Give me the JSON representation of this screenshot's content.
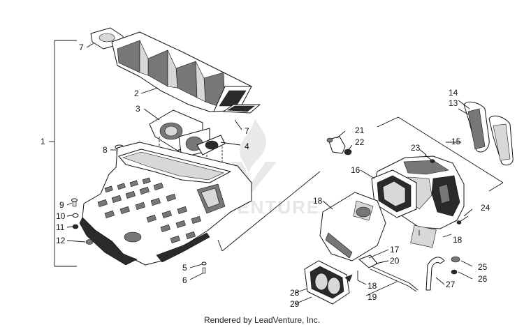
{
  "diagram": {
    "callouts": [
      "1",
      "2",
      "3",
      "4",
      "5",
      "6",
      "7",
      "7",
      "8",
      "9",
      "10",
      "11",
      "12",
      "13",
      "14",
      "15",
      "16",
      "17",
      "18",
      "18",
      "18",
      "19",
      "20",
      "21",
      "22",
      "23",
      "24",
      "25",
      "26",
      "27",
      "28",
      "29"
    ],
    "footer": "Rendered by LeadVenture, Inc.",
    "watermark": "VENTURE"
  }
}
